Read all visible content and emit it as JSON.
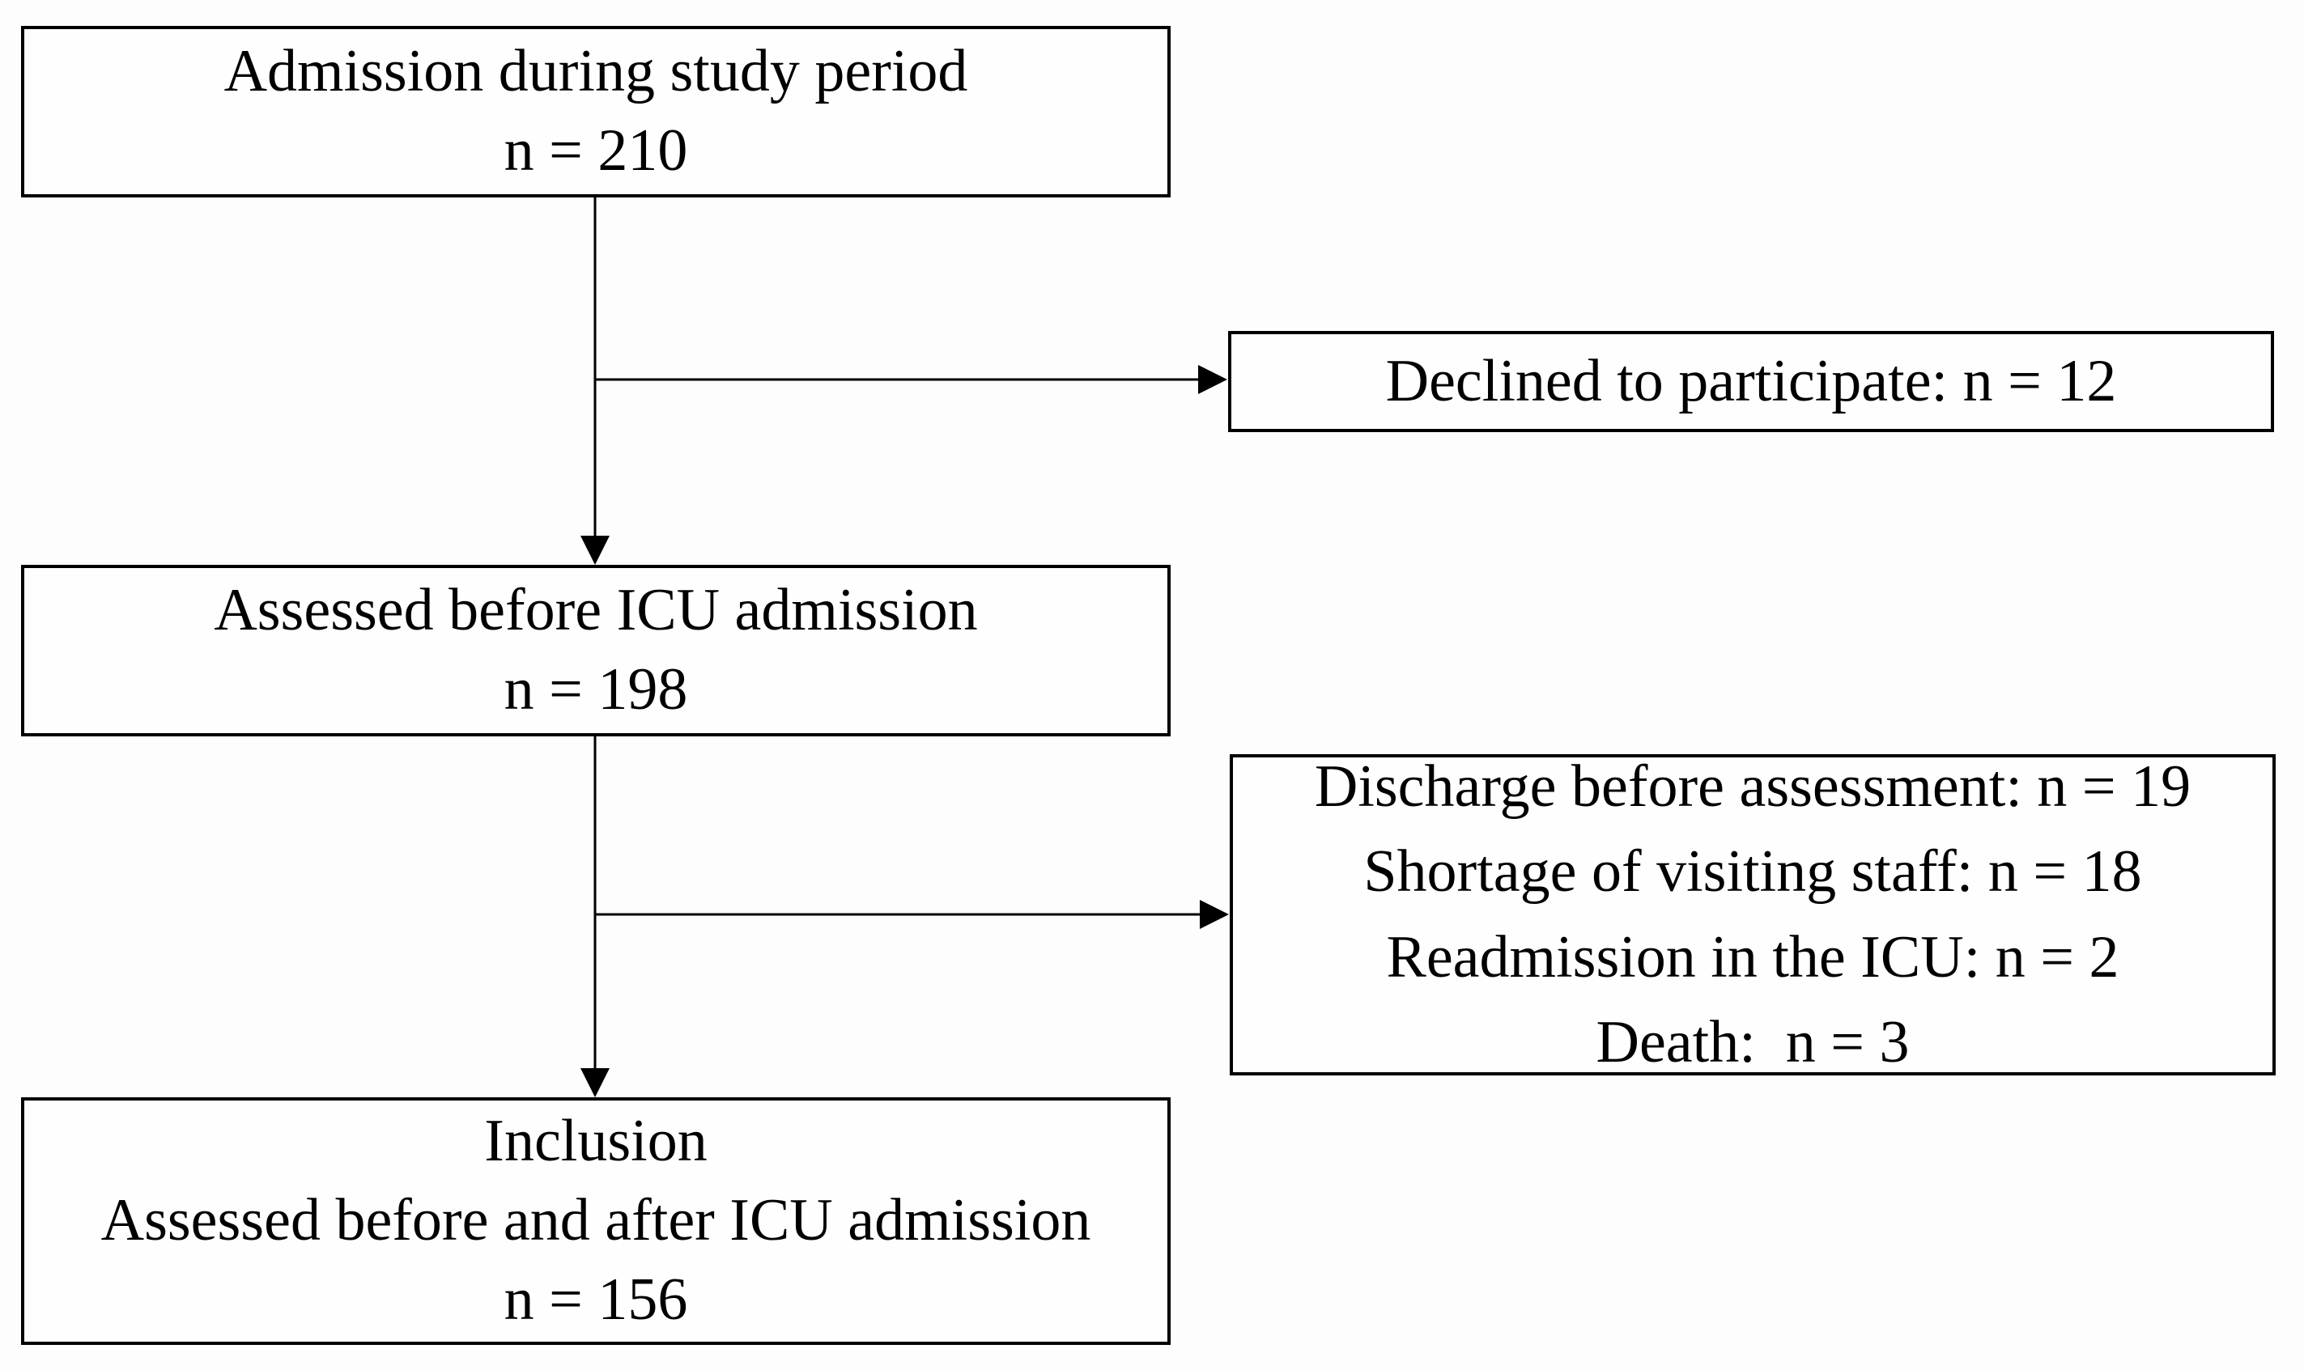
{
  "figure": {
    "background_color": "#fdfdfd",
    "line_color": "#000000",
    "boxes": {
      "admission": {
        "lines": [
          "Admission during study period",
          "n = 210"
        ]
      },
      "assessed": {
        "lines": [
          "Assessed before ICU admission",
          "n = 198"
        ]
      },
      "inclusion": {
        "lines": [
          "Inclusion",
          "Assessed before and after ICU admission",
          "n = 156"
        ]
      },
      "declined": {
        "lines": [
          "Declined to participate: n = 12"
        ]
      },
      "excluded": {
        "lines": [
          "Discharge before assessment: n = 19",
          "Shortage of visiting staff: n = 18",
          "Readmission in the ICU: n = 2",
          "Death:  n = 3"
        ]
      }
    }
  }
}
